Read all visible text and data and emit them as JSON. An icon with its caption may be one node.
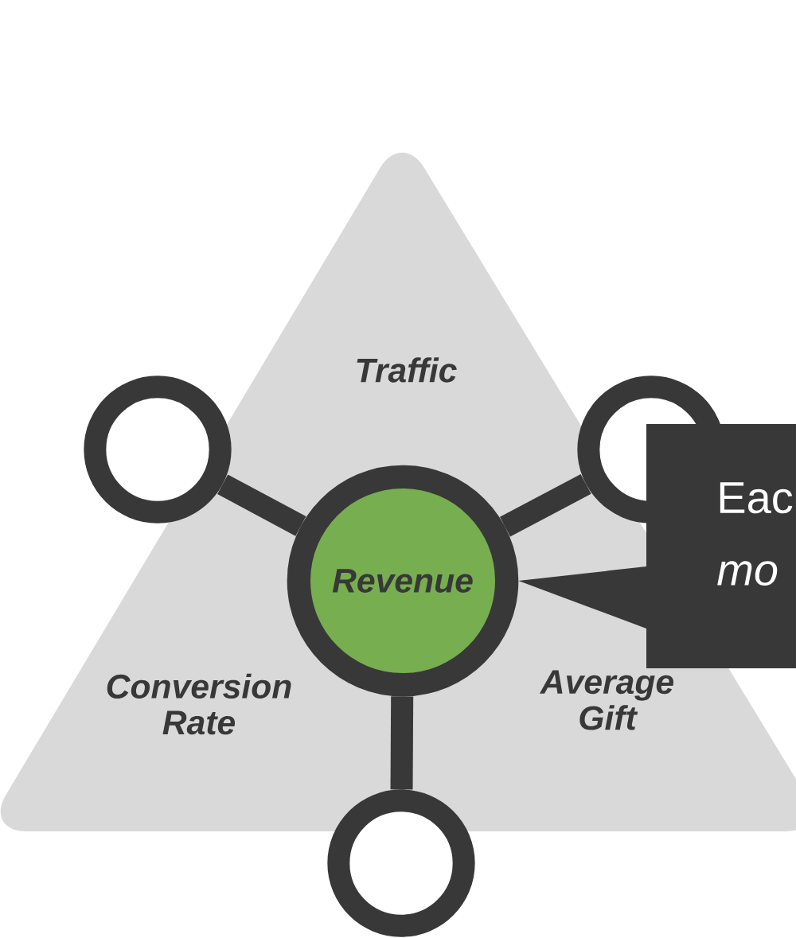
{
  "diagram": {
    "nodes": [
      {
        "text": [
          "Traffic",
          "Conversion Rate",
          "Average Gift"
        ]
      },
      {
        "text": [
          "Revenue"
        ],
        "in": 0
      },
      {
        "text": [],
        "shape": "circle"
      },
      {
        "text": [],
        "shape": "circle"
      },
      {
        "text": [],
        "shape": "circle"
      },
      {
        "text": [
          "Eac",
          "mo"
        ]
      }
    ],
    "edges": [
      {
        "from": 1,
        "to": 2,
        "arrow": "none"
      },
      {
        "from": 1,
        "to": 3,
        "arrow": "none"
      },
      {
        "from": 1,
        "to": 4,
        "arrow": "none"
      },
      {
        "from": 5,
        "to": 1,
        "arrow": "to"
      }
    ]
  }
}
